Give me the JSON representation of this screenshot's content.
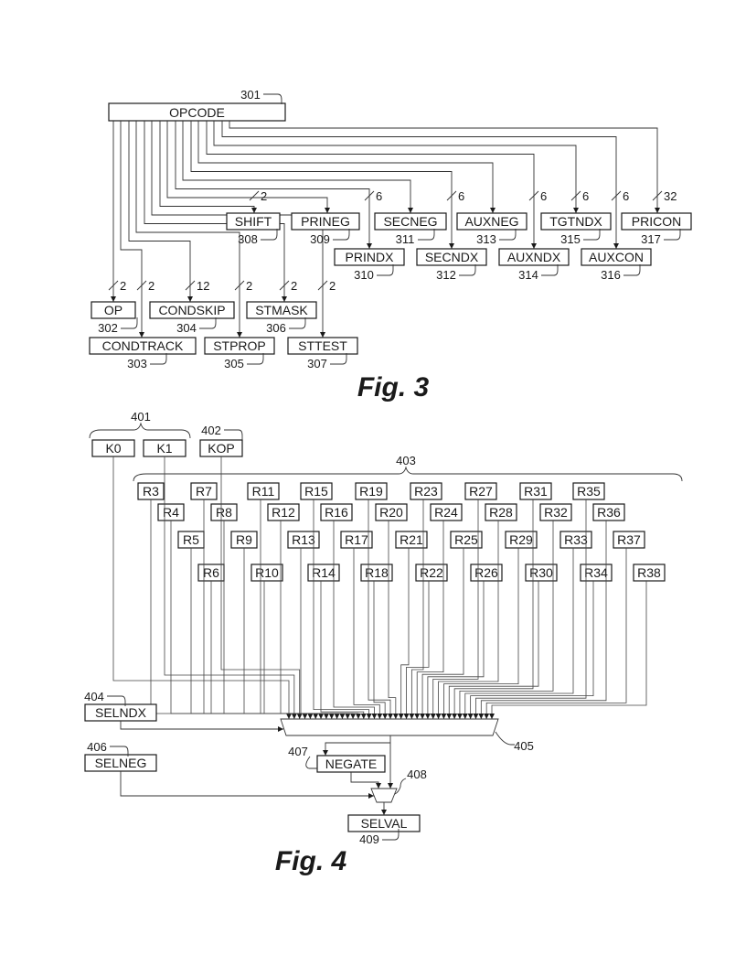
{
  "figure3": {
    "caption": "Fig. 3",
    "opcode": {
      "label": "OPCODE",
      "ref": "301"
    },
    "fields": [
      {
        "id": "op",
        "label": "OP",
        "ref": "302",
        "width": "2"
      },
      {
        "id": "condtrack",
        "label": "CONDTRACK",
        "ref": "303",
        "width": "2"
      },
      {
        "id": "condskip",
        "label": "CONDSKIP",
        "ref": "304",
        "width": "12"
      },
      {
        "id": "stprop",
        "label": "STPROP",
        "ref": "305",
        "width": "2"
      },
      {
        "id": "stmask",
        "label": "STMASK",
        "ref": "306",
        "width": "2"
      },
      {
        "id": "sttest",
        "label": "STTEST",
        "ref": "307",
        "width": "2"
      },
      {
        "id": "shift",
        "label": "SHIFT",
        "ref": "308",
        "width": "2"
      },
      {
        "id": "prineg",
        "label": "PRINEG",
        "ref": "309",
        "width": ""
      },
      {
        "id": "prindx",
        "label": "PRINDX",
        "ref": "310",
        "width": "6"
      },
      {
        "id": "secneg",
        "label": "SECNEG",
        "ref": "311",
        "width": ""
      },
      {
        "id": "secndx",
        "label": "SECNDX",
        "ref": "312",
        "width": "6"
      },
      {
        "id": "auxneg",
        "label": "AUXNEG",
        "ref": "313",
        "width": ""
      },
      {
        "id": "auxndx",
        "label": "AUXNDX",
        "ref": "314",
        "width": "6"
      },
      {
        "id": "tgtndx",
        "label": "TGTNDX",
        "ref": "315",
        "width": "6"
      },
      {
        "id": "auxcon",
        "label": "AUXCON",
        "ref": "316",
        "width": "6"
      },
      {
        "id": "pricon",
        "label": "PRICON",
        "ref": "317",
        "width": "32"
      }
    ]
  },
  "figure4": {
    "caption": "Fig. 4",
    "group_ref": "401",
    "k0": "K0",
    "k1": "K1",
    "kop": {
      "label": "KOP",
      "ref": "402"
    },
    "regs_ref": "403",
    "registers": [
      "R3",
      "R4",
      "R5",
      "R6",
      "R7",
      "R8",
      "R9",
      "R10",
      "R11",
      "R12",
      "R13",
      "R14",
      "R15",
      "R16",
      "R17",
      "R18",
      "R19",
      "R20",
      "R21",
      "R22",
      "R23",
      "R24",
      "R25",
      "R26",
      "R27",
      "R28",
      "R29",
      "R30",
      "R31",
      "R32",
      "R33",
      "R34",
      "R35",
      "R36",
      "R37",
      "R38"
    ],
    "selndx": {
      "label": "SELNDX",
      "ref": "404"
    },
    "mux_ref": "405",
    "selneg": {
      "label": "SELNEG",
      "ref": "406"
    },
    "negate": {
      "label": "NEGATE",
      "ref": "407"
    },
    "mux2_ref": "408",
    "selval": {
      "label": "SELVAL",
      "ref": "409"
    }
  },
  "colors": {
    "ink": "#1a1a1a",
    "wire": "#333333",
    "background": "#ffffff"
  }
}
